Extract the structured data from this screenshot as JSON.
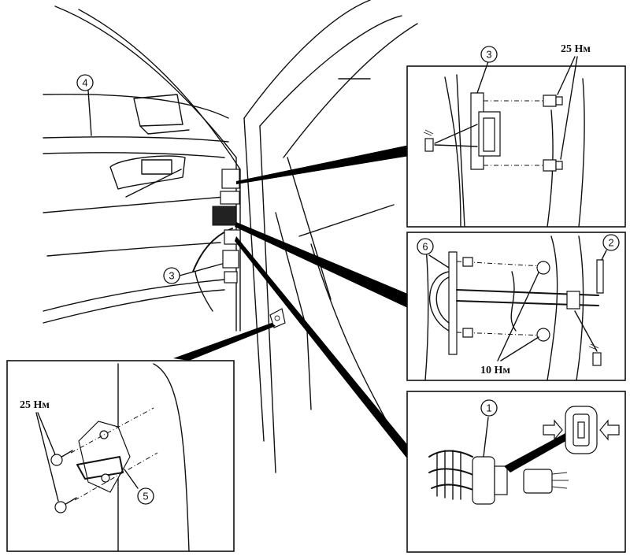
{
  "callouts": {
    "c1": "1",
    "c2": "2",
    "c3_main": "3",
    "c3_detail": "3",
    "c4": "4",
    "c5": "5",
    "c6": "6"
  },
  "torques": {
    "hinge_top": "25 Нм",
    "hinge_mid": "10 Нм",
    "striker": "25 Нм"
  }
}
